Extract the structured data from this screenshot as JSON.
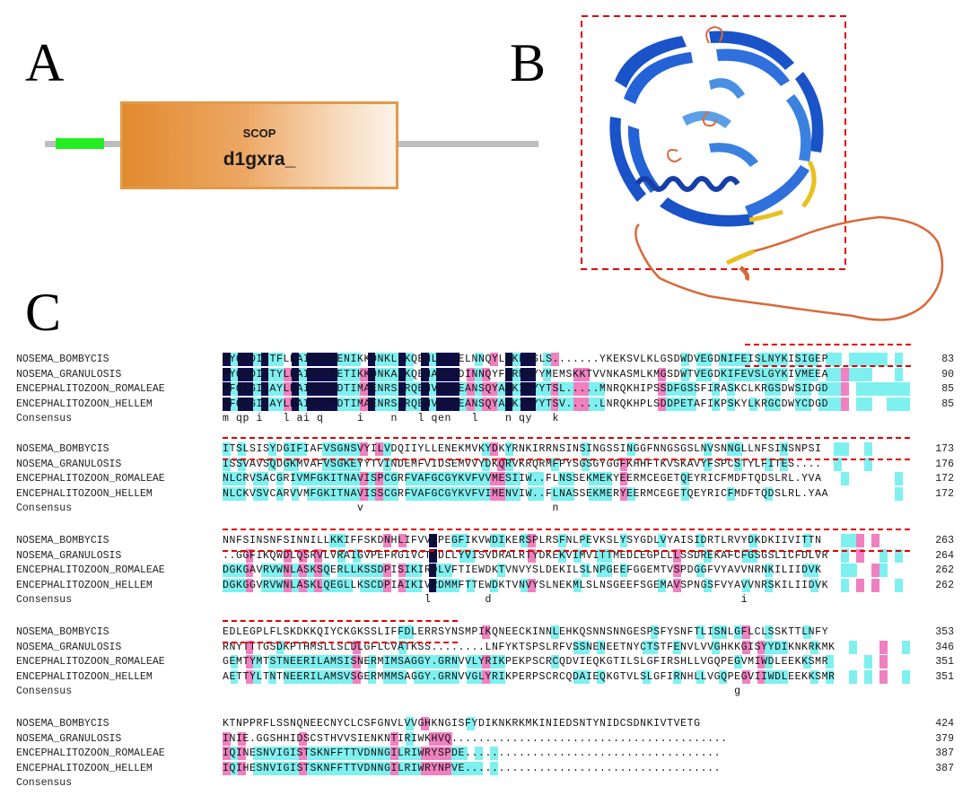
{
  "panels": {
    "a": "A",
    "b": "B",
    "c": "C"
  },
  "domain": {
    "label": "SCOP",
    "id": "d1gxra_"
  },
  "colors": {
    "identity": "#0d0d4a",
    "high": "#f080c0",
    "low": "#7ff0f0",
    "highlight": "#e00000",
    "signal_peptide": "#22ee22"
  },
  "alignment": {
    "blocks": [
      {
        "rows": [
          {
            "name": "NOSEMA_BOMBYCIS",
            "seq": "MYQEDINTFLEAIRCEFENIKKDNKLLKQENLKLIELNNQYLQKLASLS.......YKEKSVLKLGSDWDVEGDNIFEISLNYKISIGEP",
            "end": "83"
          },
          {
            "name": "NOSEMA_GRANULOSIS",
            "seq": "MYQEDINTYLEAIRCEFETIKKDNKALKQENARLVDINNQYFQRMNYYMEMSKKTVVNKASMLKMGSDWTVEGDKIFEVSLGYKIVMEEA",
            "end": "90"
          },
          {
            "name": "ENCEPHALITOZOON_ROMALEAE",
            "seq": "MFQEGIEAYLDAIRCQYDTIMAENRSLRQENVRIVEANSQYARKIQYYTSL.....MNRQKHIPSSDFGSSFIRASKCLKRGSDWSIDGD",
            "end": "85"
          },
          {
            "name": "ENCEPHALITOZOON_HELLEM",
            "seq": "MFQEGIEAYLDAIRCQYDTIMAENRSLRQENVRIVEANSQYARKIQYYTSV.....LNRQKHPLSDDPETAFIKPSKYLKRGCDWYCDGD",
            "end": "85"
          },
          {
            "name": "Consensus",
            "seq": "m qp i   l ai q     i    n   l qen   l    n qy   k",
            "end": ""
          }
        ]
      },
      {
        "rows": [
          {
            "name": "NOSEMA_BOMBYCIS",
            "seq": "ITSLSISYDGIFIAFVSGNSVYILVDQIIYLLENEKMVKYDKYRNKIRRNSINSINGSSINGGFNNGSGSLNVSNNGLLNFSINSNPSI",
            "end": "173"
          },
          {
            "name": "NOSEMA_GRANULOSIS",
            "seq": "ISSVAVSQDGKMVAFVSGKEYYTVINDEMFVIDSEMVVYDKQRVKRQRMFPYSGSGYGGFKHHFTKVSKAVYFSPCSTYLFITES....",
            "end": "176"
          },
          {
            "name": "ENCEPHALITOZOON_ROMALEAE",
            "seq": "NLCRVSACGRIVMFGKITNAVISPCGRFVAFGCGYKVFVVMESIIW..FLNSSEKMEKYEERMCEGETQEYRICFMDFTQDSLRL.YVA",
            "end": "172"
          },
          {
            "name": "ENCEPHALITOZOON_HELLEM",
            "seq": "NLCKVSVCARVVMFGKITNAVISSCGRFVAFGCGYKVFVIMENVIW..FLNASSEKMERYEERMCEGETQEYRICFMDFTQDSLRL.YAA",
            "end": "172"
          },
          {
            "name": "Consensus",
            "seq": "                    v                            n",
            "end": ""
          }
        ]
      },
      {
        "rows": [
          {
            "name": "NOSEMA_BOMBYCIS",
            "seq": "NNFSINSNFSINNILLKKIFFSKDNHLIFVVEPEGFIKVWDIKERSPLRSFNLPEVKSLYSYGDLVYAISIDRTLRVYDKDKIIVITTN",
            "end": "263"
          },
          {
            "name": "NOSEMA_GRANULOSIS",
            "seq": "..GGFIKQWDLQSRVLVRAIGVPEFRGIVCTEDLLYVISVDRALRTYDKEKVIMVITTMEDLEGPLLLSSDREKAFCFGSGSLICFDLVR",
            "end": "264"
          },
          {
            "name": "ENCEPHALITOZOON_ROMALEAE",
            "seq": "DGKGAVRVWNLASKSQERLLKSSDPISIKIRDLVFTIEWDKTVNVYSLDEKILSLNPGEEFGGEMTVSPDGGFVYAVVNRNKILIIDVK",
            "end": "262"
          },
          {
            "name": "ENCEPHALITOZOON_HELLEM",
            "seq": "DGKGGVRVWNLASKLQEGLLKSCDPIAIKIVRDMMFTTEWDKTVNVYSLNEKMLSLNSGEEFSGEMAVSPNGSFVYAVVNRSKILIIDVK",
            "end": "262"
          },
          {
            "name": "Consensus",
            "seq": "                              l        d                                     i",
            "end": ""
          }
        ]
      },
      {
        "rows": [
          {
            "name": "NOSEMA_BOMBYCIS",
            "seq": "EDLEGPLFLSKDKKQIYCKGKSSLIFFDLERRSYNSMPIKQNEECKINNLEHKQSNNSNNGESPSFYSNFTLISNLGFLCLSSKTTLNFY",
            "end": "353"
          },
          {
            "name": "NOSEMA_GRANULOSIS",
            "seq": "RNYTTTGSDKPTHMSLLSLDLGFLCVATKSS........LNFYKTSPSLRFVSSNENEETNYCTSTFENVLVVGHKKGISYYDIKNKRKMK",
            "end": "346"
          },
          {
            "name": "ENCEPHALITOZOON_ROMALEAE",
            "seq": "GEMTYMTSTNEERILAMSISNERMIMSAGGY.GRNVVLYRIKPEKPSCRCQDVIEQKGTILSLGFIRSHLLVGQPEGVMIWDLEEKKSMR",
            "end": "351"
          },
          {
            "name": "ENCEPHALITOZOON_HELLEM",
            "seq": "AETTYLTNTNEERILAMSVSGERMMMSAGGY.GRNVVGLYRIKPERPSCRCQDAIEQKGTVLSLGFIRNHLLVGQPEGVIIWDLEEKKSMR",
            "end": "351"
          },
          {
            "name": "Consensus",
            "seq": "                                                                            g",
            "end": ""
          }
        ]
      },
      {
        "rows": [
          {
            "name": "NOSEMA_BOMBYCIS",
            "seq": "KTNPPRFLSSNQNEECNYCLCSFGNVLVVGHKNGISFYDIKNKRKMKINIEDSNTYNIDCSDNKIVTVETG",
            "end": "424"
          },
          {
            "name": "NOSEMA_GRANULOSIS",
            "seq": "INIE.GGSHHIDSCSTHVVSIENKNTIRIWKHVQ.........................................",
            "end": "379"
          },
          {
            "name": "ENCEPHALITOZOON_ROMALEAE",
            "seq": "IQINESNVIGISTSKNFFTTVDNNGILRIWRYSPDE......................................",
            "end": "387"
          },
          {
            "name": "ENCEPHALITOZOON_HELLEM",
            "seq": "IQIHESNVIGISTSKNFFTTVDNNGILRIWRYNPVE......................................",
            "end": "387"
          },
          {
            "name": "Consensus",
            "seq": "",
            "end": ""
          }
        ]
      }
    ]
  }
}
